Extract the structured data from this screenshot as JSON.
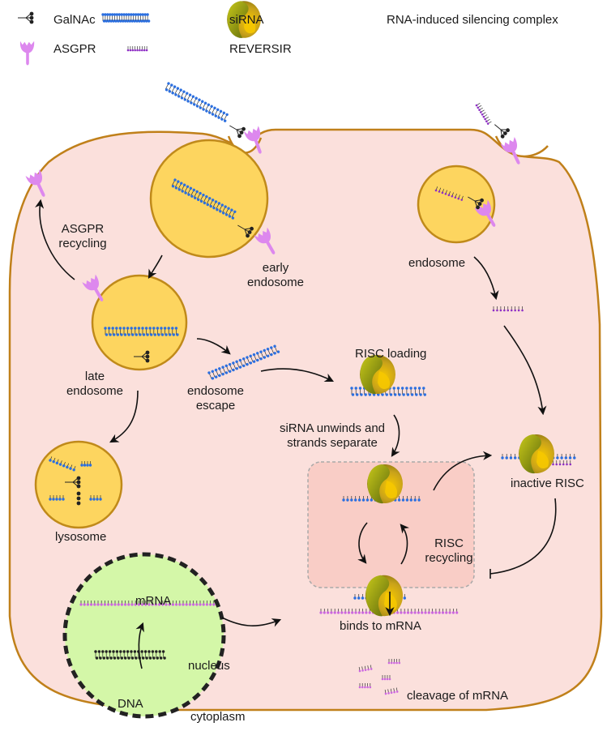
{
  "legend": {
    "galnac": "GalNAc",
    "asgpr": "ASGPR",
    "sirna": "siRNA",
    "reversir": "REVERSIR",
    "risc": "RNA-induced silencing complex"
  },
  "labels": {
    "asgpr_recycling_1": "ASGPR",
    "asgpr_recycling_2": "recycling",
    "early_endosome_1": "early",
    "early_endosome_2": "endosome",
    "endosome": "endosome",
    "late_endosome_1": "late",
    "late_endosome_2": "endosome",
    "endosome_escape_1": "endosome",
    "endosome_escape_2": "escape",
    "risc_loading": "RISC loading",
    "unwinds_1": "siRNA unwinds and",
    "unwinds_2": "strands separate",
    "inactive_risc": "inactive RISC",
    "lysosome": "lysosome",
    "risc_recycling_1": "RISC",
    "risc_recycling_2": "recycling",
    "binds_mrna": "binds to mRNA",
    "mrna": "mRNA",
    "nucleus": "nucleus",
    "dna": "DNA",
    "cytoplasm": "cytoplasm",
    "cleavage": "cleavage of mRNA"
  },
  "colors": {
    "cell_fill": "#fbe0dc",
    "cell_stroke": "#c0801a",
    "endosome_fill": "#fdd55f",
    "endosome_stroke": "#c08a1a",
    "sirna": "#2b6fe0",
    "reversir": "#8e2fc4",
    "asgpr": "#dd88ee",
    "mrna": "#cc66e0",
    "nucleus_fill": "#d4f7a8",
    "risc_dark": "#7a7a10",
    "risc_light": "#f2c400"
  }
}
